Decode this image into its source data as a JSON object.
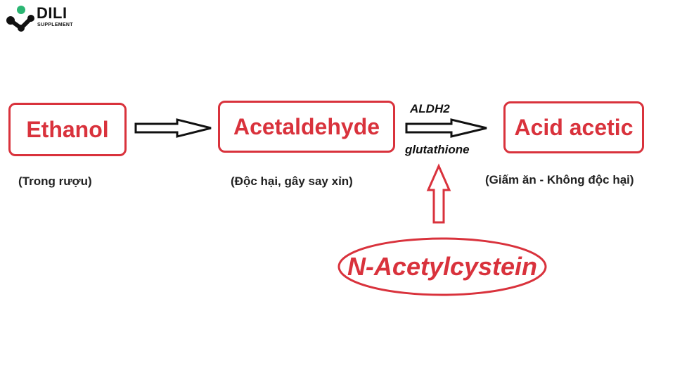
{
  "logo": {
    "name": "DILI",
    "tagline": "SUPPLEMENT",
    "colors": {
      "green": "#2bb673",
      "dark": "#111111"
    }
  },
  "nodes": {
    "ethanol": {
      "label": "Ethanol",
      "note": "(Trong rượu)"
    },
    "acetaldehyde": {
      "label": "Acetaldehyde",
      "note": "(Độc hại, gây say xỉn)"
    },
    "acid_acetic": {
      "label": "Acid acetic",
      "note": "(Giấm ăn - Không độc hại)"
    },
    "nac": {
      "label": "N-Acetylcystein"
    }
  },
  "edges": {
    "ethanol_to_acetaldehyde": {
      "from": "ethanol",
      "to": "acetaldehyde"
    },
    "acetaldehyde_to_acid_acetic": {
      "from": "acetaldehyde",
      "to": "acid_acetic",
      "above": "ALDH2",
      "below": "glutathione"
    },
    "nac_to_reaction": {
      "from": "nac",
      "to": "acetaldehyde_to_acid_acetic"
    }
  },
  "colors": {
    "accent": "#d9323c",
    "text": "#222222"
  }
}
